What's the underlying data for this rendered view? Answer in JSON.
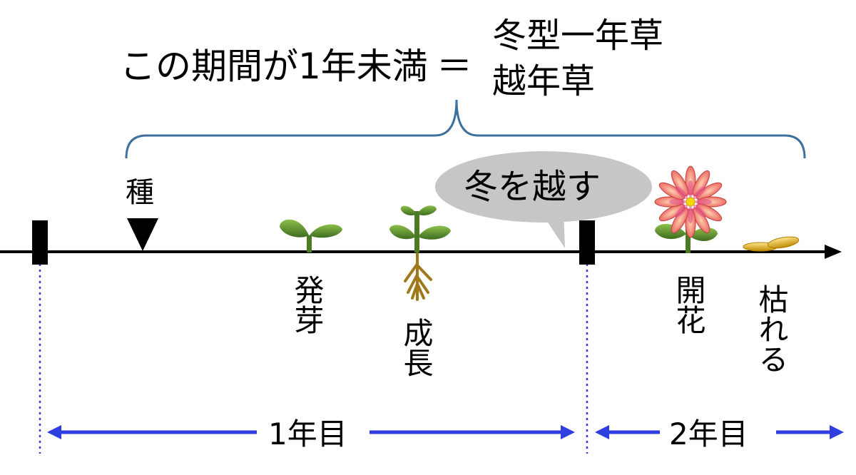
{
  "headline": "この期間が1年未満",
  "equals": "＝",
  "types": [
    "冬型一年草",
    "越年草"
  ],
  "seed_label": "種",
  "bubble_text": "冬を越す",
  "stages": [
    "発芽",
    "成長",
    "開花",
    "枯れる"
  ],
  "year_labels": [
    "1年目",
    "2年目"
  ],
  "colors": {
    "brace": "#3f6f9e",
    "year_arrow": "#2f3ee0",
    "guide_line": "#3a3ad0",
    "bubble": "#c6c6c6",
    "leaf": "#5a8a2e",
    "root": "#a07a1a",
    "petal": "#f07a7a",
    "flower_center": "#f5d800",
    "seed_gold": "#e0a800"
  },
  "icons": [
    "seed-marker-icon",
    "sprout-icon",
    "seedling-with-roots-icon",
    "flower-icon",
    "withered-leaves-icon"
  ]
}
